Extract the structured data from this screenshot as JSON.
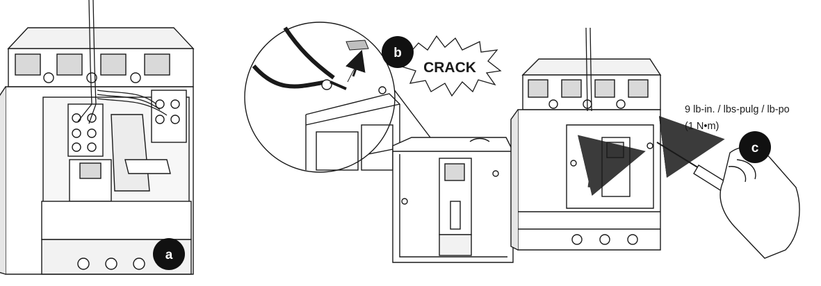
{
  "step_labels": {
    "a": "a",
    "b": "b",
    "c": "c"
  },
  "crack_text": "CRACK",
  "torque": {
    "line1": "9 lb-in. / lbs-pulg / lb-po",
    "line2": "(1 N•m)"
  },
  "colors": {
    "ink": "#1a1a1a",
    "part_fill": "#ffffff",
    "shade": "#d9d9d9",
    "badge": "#111111",
    "flake": "#bfbfbf"
  }
}
